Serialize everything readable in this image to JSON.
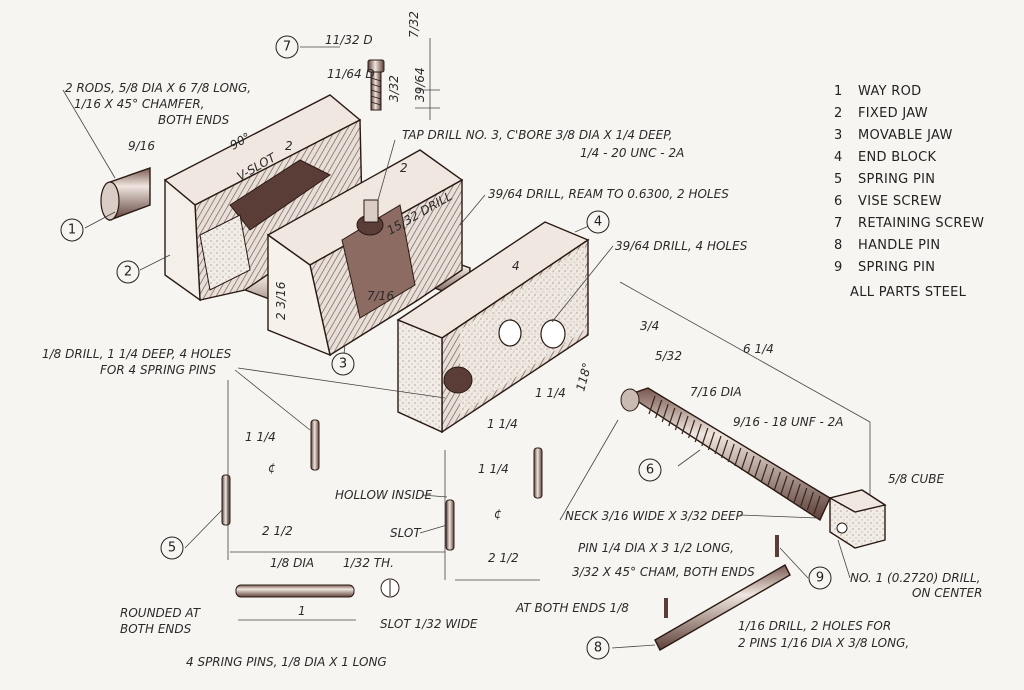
{
  "parts_list": [
    {
      "num": "1",
      "name": "WAY ROD"
    },
    {
      "num": "2",
      "name": "FIXED JAW"
    },
    {
      "num": "3",
      "name": "MOVABLE JAW"
    },
    {
      "num": "4",
      "name": "END BLOCK"
    },
    {
      "num": "5",
      "name": "SPRING PIN"
    },
    {
      "num": "6",
      "name": "VISE SCREW"
    },
    {
      "num": "7",
      "name": "RETAINING SCREW"
    },
    {
      "num": "8",
      "name": "HANDLE PIN"
    },
    {
      "num": "9",
      "name": "SPRING PIN"
    }
  ],
  "material_note": "ALL PARTS STEEL",
  "balloons": [
    "1",
    "2",
    "3",
    "4",
    "5",
    "6",
    "7",
    "8",
    "9"
  ],
  "notes": {
    "rods_1": "2 RODS, 5/8 DIA X 6 7/8 LONG,",
    "rods_2": "1/16 X 45° CHAMFER,",
    "rods_3": "BOTH ENDS",
    "tap_1": "TAP DRILL NO. 3, C'BORE 3/8 DIA X 1/4 DEEP,",
    "tap_2": "1/4 - 20 UNC - 2A",
    "drill_ream": "39/64 DRILL, REAM TO 0.6300, 2 HOLES",
    "drill_4": "39/64 DRILL, 4 HOLES",
    "spring_holes_1": "1/8 DRILL, 1 1/4 DEEP, 4 HOLES",
    "spring_holes_2": "FOR 4 SPRING PINS",
    "vslot": "V-SLOT",
    "deg90": "90°",
    "drill_15_32": "15/32 DRILL",
    "angle_118": "118°",
    "dia_7_16": "7/16 DIA",
    "thread": "9/16 - 18 UNF - 2A",
    "cube": "5/8 CUBE",
    "hollow": "HOLLOW INSIDE",
    "slot": "SLOT",
    "neck": "NECK 3/16 WIDE X 3/32 DEEP",
    "pin_1": "PIN 1/4 DIA X 3 1/2 LONG,",
    "pin_2": "3/32 X 45° CHAM, BOTH ENDS",
    "no1_1": "NO. 1 (0.2720) DRILL,",
    "no1_2": "ON CENTER",
    "dia_1_8": "1/8 DIA",
    "th_1_32": "1/32 TH.",
    "rounded_1": "ROUNDED AT",
    "rounded_2": "BOTH ENDS",
    "slot_wide": "SLOT 1/32 WIDE",
    "at_both_ends": "AT BOTH ENDS 1/8",
    "drill_16_1": "1/16 DRILL, 2 HOLES FOR",
    "drill_16_2": "2 PINS 1/16 DIA X 3/8 LONG,",
    "spring_pins": "4 SPRING PINS, 1/8 DIA X 1 LONG"
  },
  "dimensions": {
    "d_11_32": "11/32 D",
    "d_7_32": "7/32",
    "d_11_64": "11/64 D",
    "d_3_32": "3/32",
    "d_39_64": "39/64",
    "d_9_16": "9/16",
    "d_2": "2",
    "d_2b": "2",
    "d_4": "4",
    "d_2_3_16": "2 3/16",
    "d_7_16": "7/16",
    "d_3_4": "3/4",
    "d_6_1_4": "6 1/4",
    "d_5_32": "5/32",
    "d_1_1_4a": "1 1/4",
    "d_1_1_4b": "1 1/4",
    "d_1_1_4c": "1 1/4",
    "d_1_1_4d": "1 1/4",
    "d_2_1_2a": "2 1/2",
    "d_2_1_2b": "2 1/2",
    "d_1": "1",
    "d_cl": "¢"
  }
}
